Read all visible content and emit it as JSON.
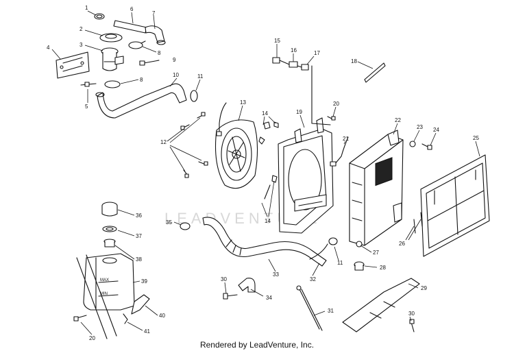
{
  "watermark": "LEADVENTURE",
  "credit": "Rendered by LeadVenture, Inc.",
  "tank_markings": {
    "max": "MAX",
    "min": "MIN"
  },
  "callouts": [
    "1",
    "2",
    "3",
    "4",
    "5",
    "6",
    "7",
    "8",
    "8",
    "9",
    "10",
    "11",
    "11",
    "12",
    "13",
    "14",
    "14",
    "15",
    "16",
    "17",
    "18",
    "19",
    "20",
    "20",
    "21",
    "22",
    "23",
    "24",
    "25",
    "26",
    "27",
    "28",
    "29",
    "30",
    "30",
    "31",
    "32",
    "33",
    "34",
    "35",
    "36",
    "37",
    "38",
    "39",
    "40",
    "41"
  ]
}
